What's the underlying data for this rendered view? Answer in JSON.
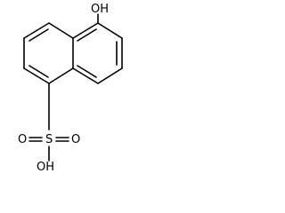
{
  "molecule": {
    "atoms": {
      "hydroxyl_top": "OH",
      "sulfonyl_o_left": "O",
      "sulfur": "S",
      "sulfonyl_o_right": "O",
      "sulfonic_oh": "OH"
    }
  },
  "colors": {
    "bond": "#000000",
    "label": "#000000",
    "background": "#ffffff"
  }
}
